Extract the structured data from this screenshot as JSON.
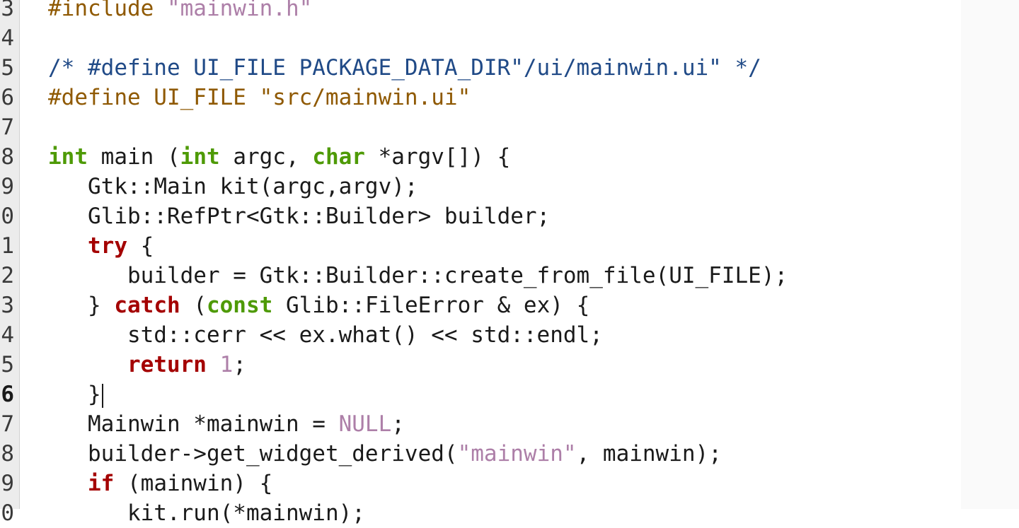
{
  "editor": {
    "current_line": "6",
    "gutter": [
      "3",
      "4",
      "5",
      "6",
      "7",
      "8",
      "9",
      "0",
      "1",
      "2",
      "3",
      "4",
      "5",
      "6",
      "7",
      "8",
      "9",
      "0"
    ],
    "lines": [
      {
        "indent": "",
        "tokens": [
          {
            "t": "pp",
            "v": "#include "
          },
          {
            "t": "str",
            "v": "\"mainwin.h\""
          }
        ]
      },
      {
        "indent": "",
        "tokens": []
      },
      {
        "indent": "",
        "tokens": [
          {
            "t": "comment",
            "v": "/* #define UI_FILE PACKAGE_DATA_DIR\"/ui/mainwin.ui\" */"
          }
        ]
      },
      {
        "indent": "",
        "tokens": [
          {
            "t": "pp",
            "v": "#define UI_FILE \"src/mainwin.ui\""
          }
        ]
      },
      {
        "indent": "",
        "tokens": []
      },
      {
        "indent": "",
        "tokens": [
          {
            "t": "type",
            "v": "int"
          },
          {
            "t": "plain",
            "v": " main ("
          },
          {
            "t": "type",
            "v": "int"
          },
          {
            "t": "plain",
            "v": " argc, "
          },
          {
            "t": "type",
            "v": "char"
          },
          {
            "t": "plain",
            "v": " *argv[]) {"
          }
        ]
      },
      {
        "indent": "   ",
        "tokens": [
          {
            "t": "plain",
            "v": "Gtk::Main kit(argc,argv);"
          }
        ]
      },
      {
        "indent": "   ",
        "tokens": [
          {
            "t": "plain",
            "v": "Glib::RefPtr<Gtk::Builder> builder;"
          }
        ]
      },
      {
        "indent": "   ",
        "tokens": [
          {
            "t": "kw",
            "v": "try"
          },
          {
            "t": "plain",
            "v": " {"
          }
        ]
      },
      {
        "indent": "      ",
        "tokens": [
          {
            "t": "plain",
            "v": "builder = Gtk::Builder::create_from_file(UI_FILE);"
          }
        ]
      },
      {
        "indent": "   ",
        "tokens": [
          {
            "t": "plain",
            "v": "} "
          },
          {
            "t": "kw",
            "v": "catch"
          },
          {
            "t": "plain",
            "v": " ("
          },
          {
            "t": "type",
            "v": "const"
          },
          {
            "t": "plain",
            "v": " Glib::FileError & ex) {"
          }
        ]
      },
      {
        "indent": "      ",
        "tokens": [
          {
            "t": "plain",
            "v": "std::cerr << ex.what() << std::endl;"
          }
        ]
      },
      {
        "indent": "      ",
        "tokens": [
          {
            "t": "kw",
            "v": "return"
          },
          {
            "t": "plain",
            "v": " "
          },
          {
            "t": "num",
            "v": "1"
          },
          {
            "t": "plain",
            "v": ";"
          }
        ]
      },
      {
        "indent": "   ",
        "tokens": [
          {
            "t": "plain",
            "v": "}"
          }
        ],
        "caret": true
      },
      {
        "indent": "   ",
        "tokens": [
          {
            "t": "plain",
            "v": "Mainwin *mainwin = "
          },
          {
            "t": "num",
            "v": "NULL"
          },
          {
            "t": "plain",
            "v": ";"
          }
        ]
      },
      {
        "indent": "   ",
        "tokens": [
          {
            "t": "plain",
            "v": "builder->get_widget_derived("
          },
          {
            "t": "str",
            "v": "\"mainwin\""
          },
          {
            "t": "plain",
            "v": ", mainwin);"
          }
        ]
      },
      {
        "indent": "   ",
        "tokens": [
          {
            "t": "kw",
            "v": "if"
          },
          {
            "t": "plain",
            "v": " (mainwin) {"
          }
        ]
      },
      {
        "indent": "      ",
        "tokens": [
          {
            "t": "plain",
            "v": "kit.run(*mainwin);"
          }
        ]
      }
    ]
  },
  "colors": {
    "type": "#4e9a06",
    "keyword": "#a40000",
    "preprocessor": "#8f5902",
    "string": "#ad7fa8",
    "comment": "#204a87",
    "gutter_bg": "#ececec"
  }
}
